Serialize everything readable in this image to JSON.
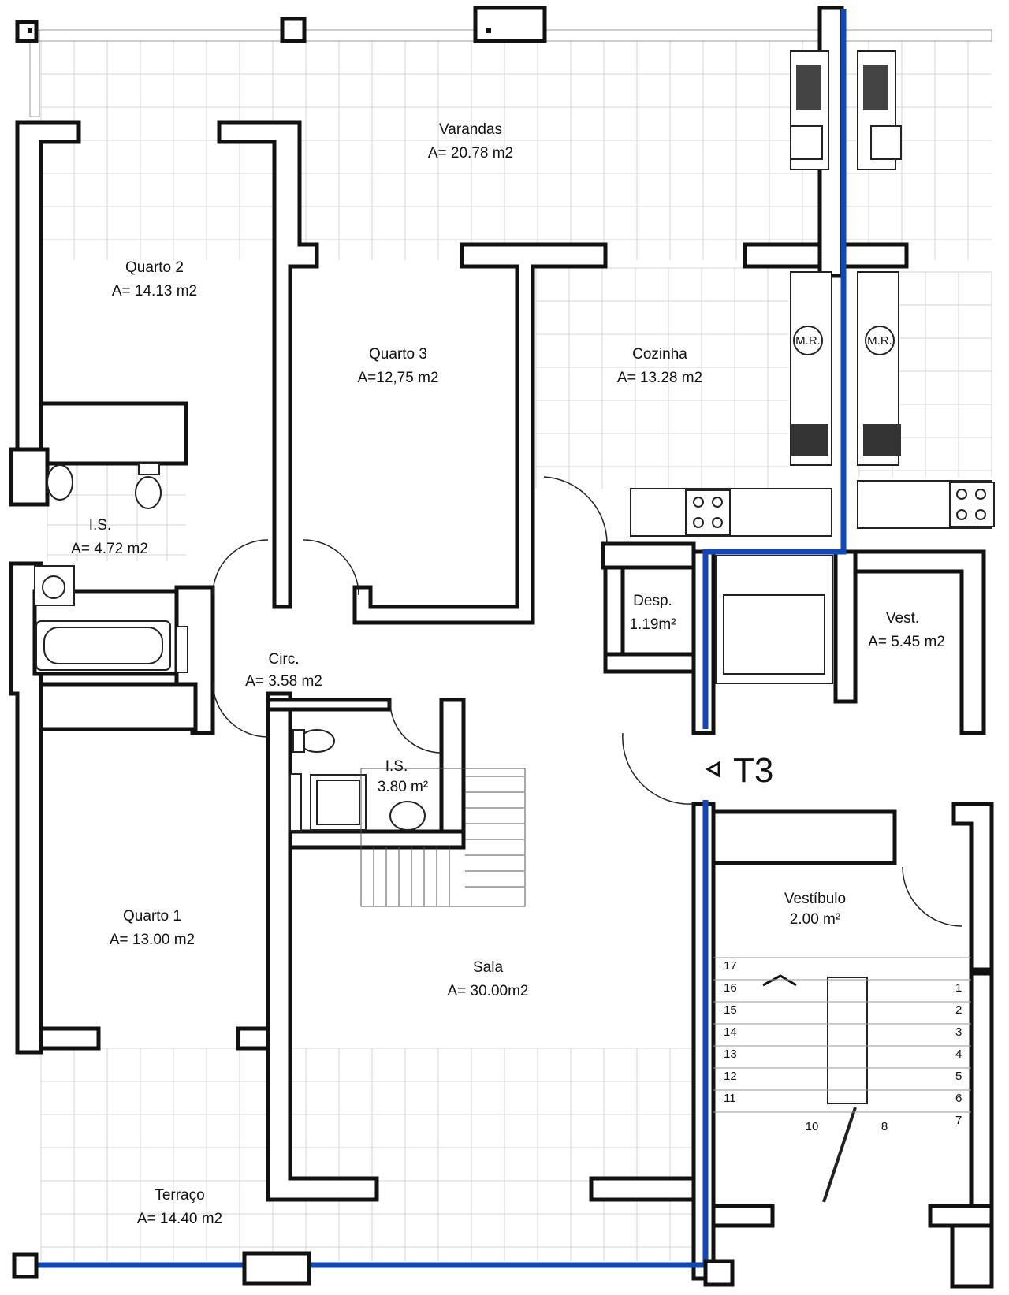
{
  "rooms": {
    "varandas": {
      "name": "Varandas",
      "area": "A= 20.78 m2"
    },
    "quarto2": {
      "name": "Quarto 2",
      "area": "A= 14.13 m2"
    },
    "quarto3": {
      "name": "Quarto 3",
      "area": "A=12,75 m2"
    },
    "cozinha": {
      "name": "Cozinha",
      "area": "A= 13.28 m2"
    },
    "is1": {
      "name": "I.S.",
      "area": "A= 4.72 m2"
    },
    "desp": {
      "name": "Desp.",
      "area": "1.19m²"
    },
    "vest": {
      "name": "Vest.",
      "area": "A= 5.45 m2"
    },
    "circ": {
      "name": "Circ.",
      "area": "A= 3.58 m2"
    },
    "is2": {
      "name": "I.S.",
      "area": "3.80 m²"
    },
    "quarto1": {
      "name": "Quarto 1",
      "area": "A= 13.00 m2"
    },
    "sala": {
      "name": "Sala",
      "area": "A= 30.00m2"
    },
    "vestibulo": {
      "name": "Vestíbulo",
      "area": "2.00 m²"
    },
    "terraco": {
      "name": "Terraço",
      "area": "A= 14.40 m2"
    }
  },
  "unit_label": "T3",
  "appliance_label": "M.R.",
  "stairs": {
    "left": [
      "17",
      "16",
      "15",
      "14",
      "13",
      "12",
      "11"
    ],
    "right": [
      "1",
      "2",
      "3",
      "4",
      "5",
      "6",
      "7"
    ],
    "landing_left": "10",
    "landing_right": "8"
  },
  "colors": {
    "boundary": "#1347b5",
    "wall": "#111111",
    "grid": "#d4d4d4"
  }
}
